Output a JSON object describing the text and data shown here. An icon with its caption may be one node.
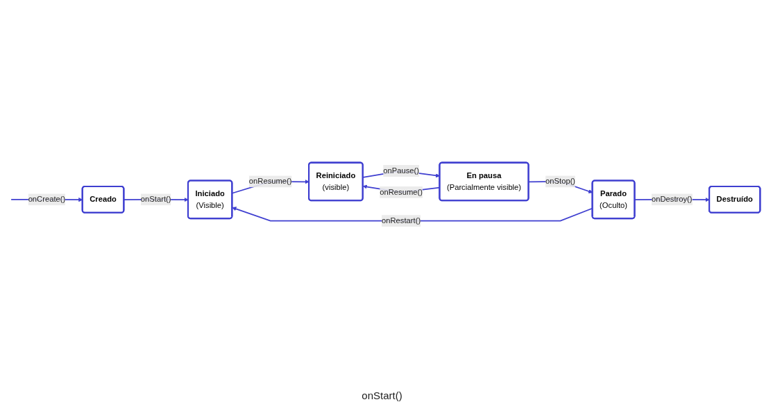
{
  "diagram": {
    "nodes": [
      {
        "text": [
          "Creado"
        ]
      },
      {
        "text": [
          "Iniciado",
          "(Visible)"
        ]
      },
      {
        "text": [
          "Reiniciado",
          "(visible)"
        ]
      },
      {
        "text": [
          "En pausa",
          "(Parcialmente visible)"
        ]
      },
      {
        "text": [
          "Parado",
          "(Oculto)"
        ]
      },
      {
        "text": [
          "Destruído"
        ]
      }
    ],
    "edges": [
      {
        "from": null,
        "to": 0,
        "label": "onCreate()",
        "arrow": "to"
      },
      {
        "from": 0,
        "to": 1,
        "label": "onStart()",
        "arrow": "to"
      },
      {
        "from": 1,
        "to": 2,
        "label": "onResume()",
        "arrow": "to"
      },
      {
        "from": 2,
        "to": 3,
        "label": "onPause()",
        "arrow": "to"
      },
      {
        "from": 3,
        "to": 2,
        "label": "onResume()",
        "arrow": "to"
      },
      {
        "from": 3,
        "to": 4,
        "label": "onStop()",
        "arrow": "to"
      },
      {
        "from": 4,
        "to": 1,
        "label": "onRestart()",
        "arrow": "to"
      },
      {
        "from": 4,
        "to": 5,
        "label": "onDestroy()",
        "arrow": "to"
      }
    ],
    "labels": [
      "onStart()"
    ]
  }
}
